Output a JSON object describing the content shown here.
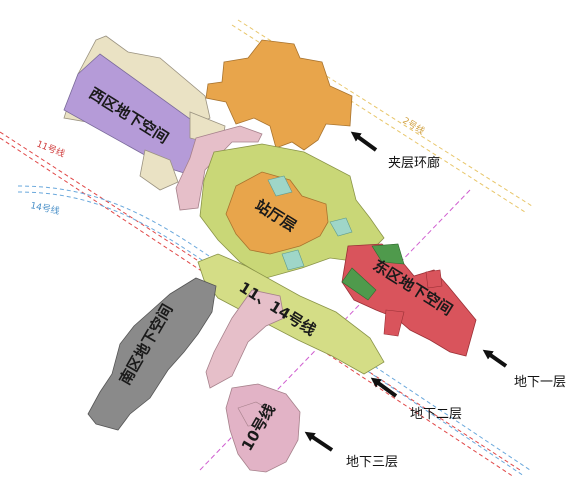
{
  "regions": {
    "west": "西区地下空间",
    "hall": "站厅层",
    "east": "东区地下空间",
    "south": "南区地下空间",
    "line_11_14": "11、14号线",
    "line_10": "10号线"
  },
  "lines": {
    "line2": "2号线",
    "line11": "11号线",
    "line14": "14号线"
  },
  "captions": {
    "corridor": "夹层环廊",
    "b1": "地下一层",
    "b2": "地下二层",
    "b3": "地下三层"
  },
  "colors": {
    "west": "#b59bd8",
    "corridor": "#e8a54b",
    "hall": "#c9d777",
    "east": "#d9545c",
    "south": "#8a8a8a",
    "line10": "#e2b3c6",
    "platform": "#d4dd86",
    "beige": "#eae2c4",
    "pink": "#e6bfc9",
    "line2": "#e8c66a",
    "line11": "#e04848",
    "line14": "#6aa8dc",
    "magenta": "#d05fd0"
  }
}
